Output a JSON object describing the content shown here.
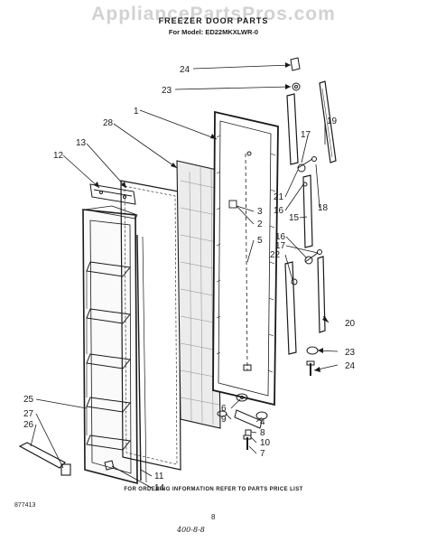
{
  "watermark": "AppliancePartsPros.com",
  "header": {
    "title": "FREEZER DOOR PARTS",
    "model_line": "For Model: ED22MKXLWR-0"
  },
  "callouts": {
    "c1": "1",
    "c2": "2",
    "c3": "3",
    "c4": "4",
    "c5": "5",
    "c6": "6",
    "c7": "7",
    "c8": "8",
    "c9": "9",
    "c10": "10",
    "c11": "11",
    "c12": "12",
    "c13": "13",
    "c14": "14",
    "c15": "15",
    "c16a": "16",
    "c16b": "16",
    "c17a": "17",
    "c17b": "17",
    "c18": "18",
    "c19": "19",
    "c20": "20",
    "c21": "21",
    "c22": "22",
    "c23a": "23",
    "c23b": "23",
    "c24a": "24",
    "c24b": "24",
    "c25": "25",
    "c26": "26",
    "c27": "27",
    "c28": "28"
  },
  "footer": {
    "ordering_note": "FOR ORDERING INFORMATION REFER TO PARTS PRICE LIST",
    "doc_number": "877413",
    "page_number": "8",
    "handwritten": "400-8-8"
  }
}
